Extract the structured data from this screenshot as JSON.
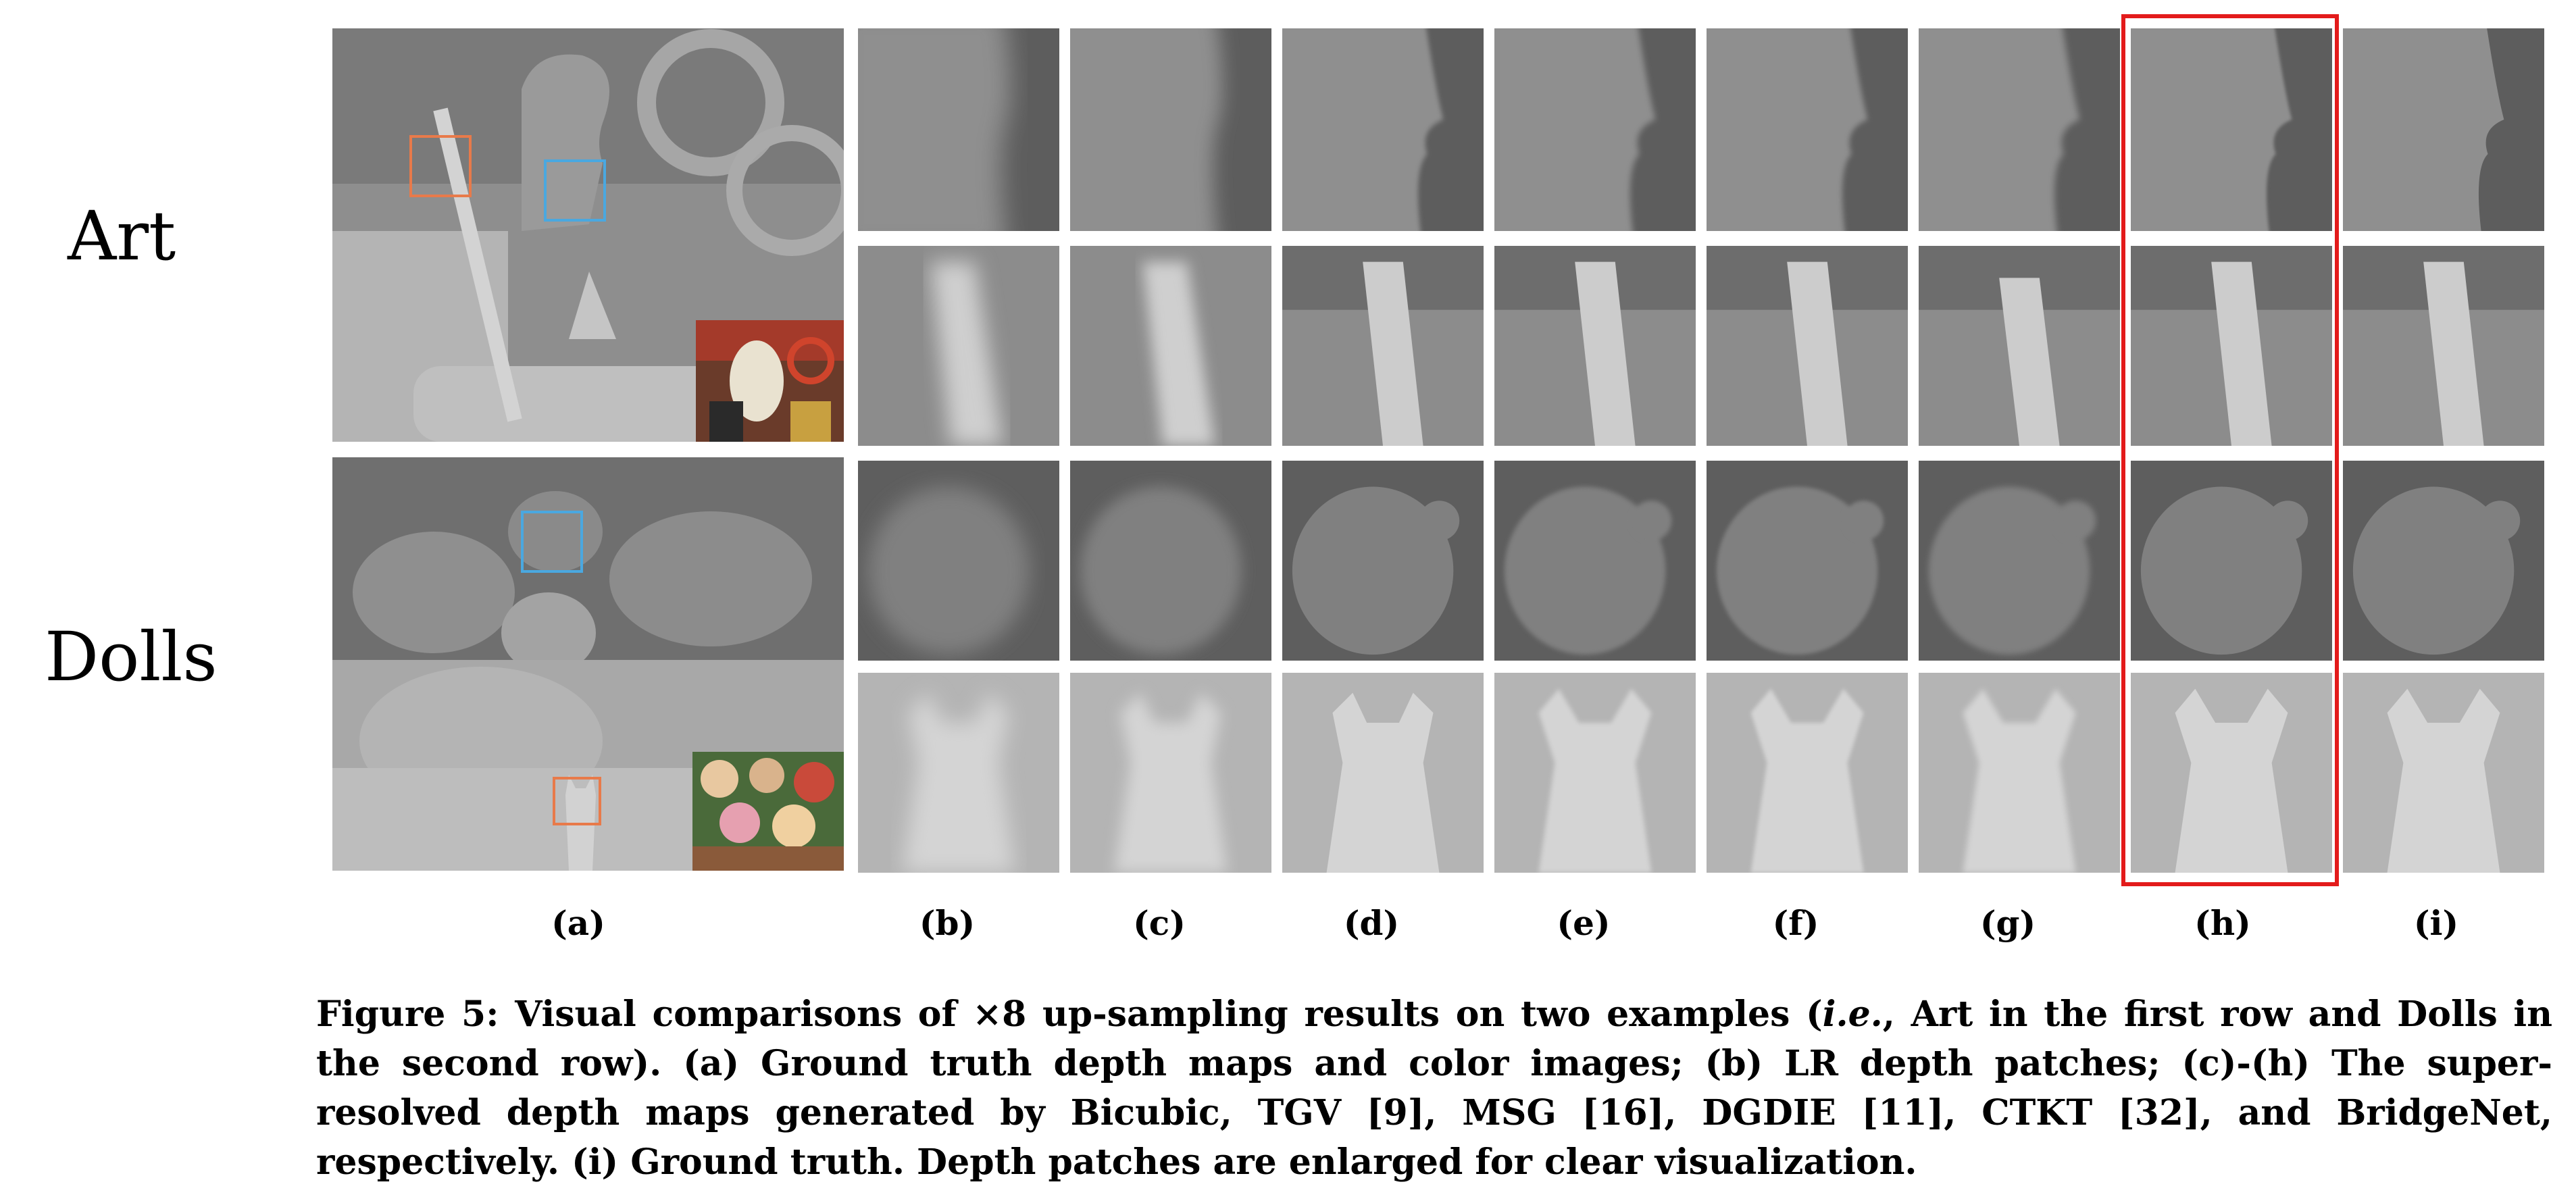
{
  "rows": [
    {
      "label": "Art"
    },
    {
      "label": "Dolls"
    }
  ],
  "columns": [
    "(a)",
    "(b)",
    "(c)",
    "(d)",
    "(e)",
    "(f)",
    "(g)",
    "(h)",
    "(i)"
  ],
  "caption": {
    "prefix": "Figure 5: Visual comparisons of ×8 up-sampling results on two examples (",
    "ie": "i.e.",
    "rest": ", Art in the first row and Dolls in the second row). (a) Ground truth depth maps and color images; (b) LR depth patches; (c)-(h) The super-resolved depth maps generated by Bicubic, TGV [9], MSG [16], DGDIE [11], CTKT [32], and BridgeNet, respectively. (i) Ground truth. Depth patches are enlarged for clear visualization."
  },
  "colors": {
    "highlight": "#e31b1b",
    "roi_orange": "#e87a4a",
    "roi_blue": "#4aa8e0"
  }
}
